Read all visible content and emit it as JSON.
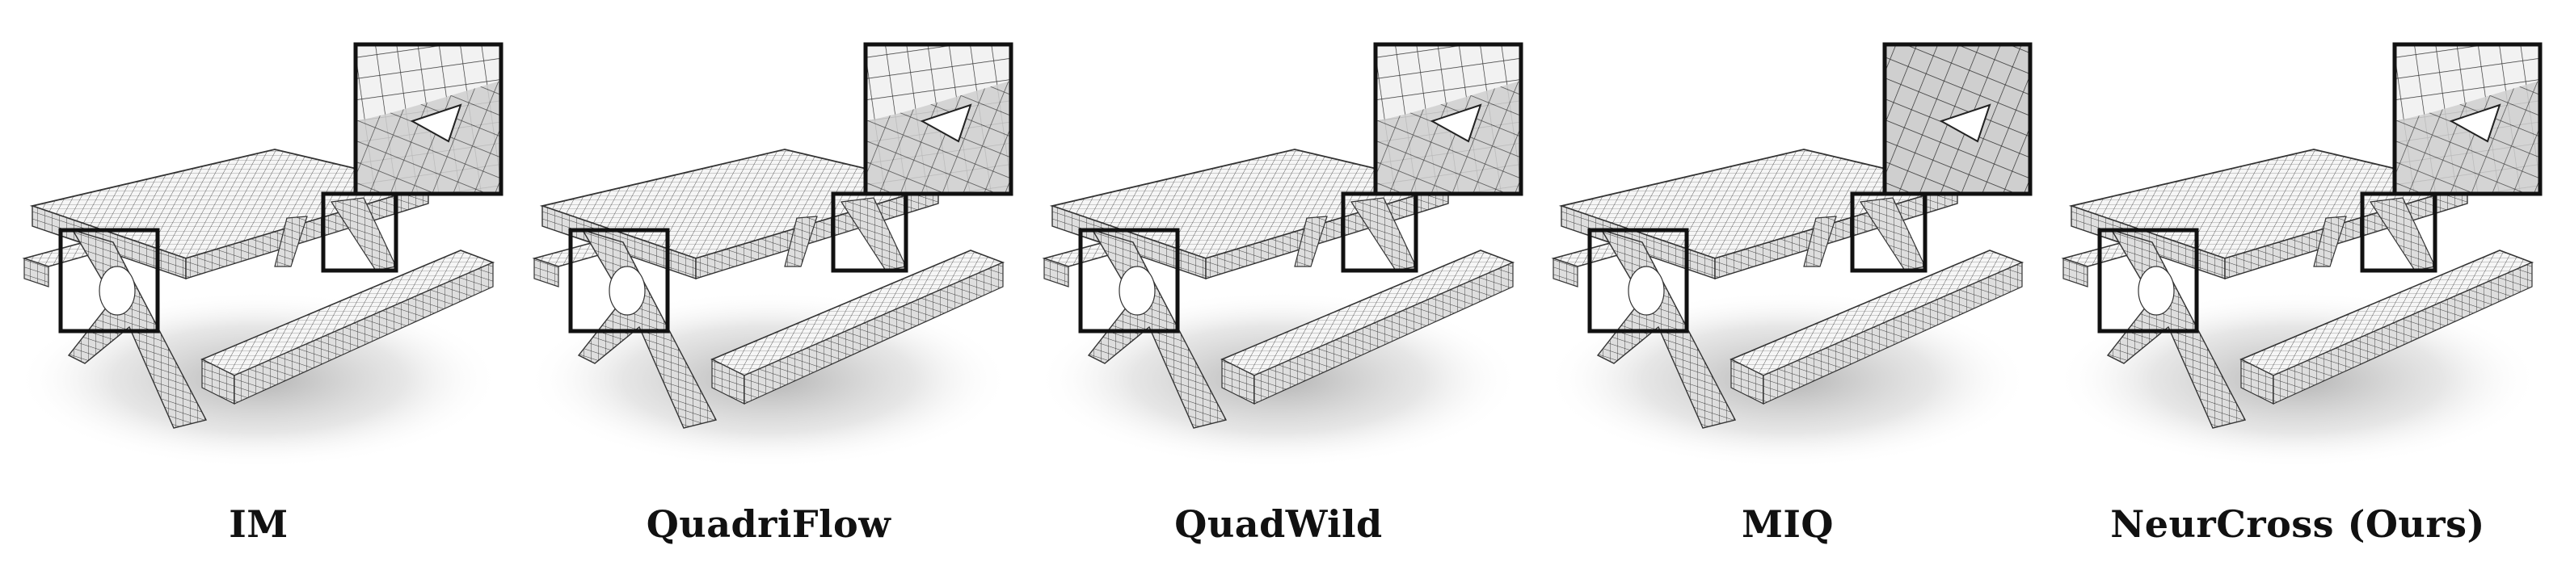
{
  "figure": {
    "panels": [
      {
        "id": "im",
        "label": "IM"
      },
      {
        "id": "quadriflow",
        "label": "QuadriFlow"
      },
      {
        "id": "quadwild",
        "label": "QuadWild"
      },
      {
        "id": "miq",
        "label": "MIQ"
      },
      {
        "id": "neurcross",
        "label": "NeurCross (Ours)"
      }
    ]
  },
  "colors": {
    "background": "#ffffff",
    "mesh_fill": "#f4f4f4",
    "mesh_lines": "#333333",
    "zoom_frame": "#111111",
    "caption": "#111111"
  },
  "icons": [
    "picnic-table-quad-mesh",
    "zoom-inset",
    "zoom-callout-box"
  ]
}
